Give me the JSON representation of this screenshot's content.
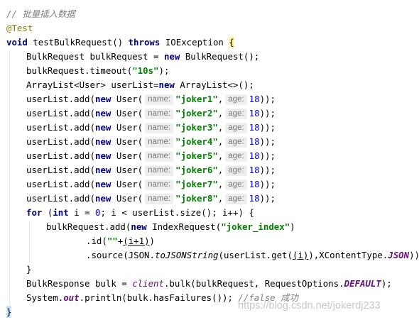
{
  "watermark": "https://blog.csdn.net/jokerdj233",
  "colors": {
    "background": "#ffffff",
    "keyword": "#000080",
    "string": "#008000",
    "number": "#0000ff",
    "comment": "#808080",
    "annotation": "#808000",
    "static_field": "#660e7a"
  },
  "code": {
    "comment_top": "// 批量插入数据",
    "annotation": "@Test",
    "sig": {
      "kw_void": "void",
      "name": " testBulkRequest() ",
      "kw_throws": "throws",
      "exc": " IOException ",
      "brace": "{"
    },
    "l4": {
      "a": "BulkRequest bulkRequest = ",
      "kw_new": "new",
      "b": " BulkRequest();"
    },
    "l5": {
      "a": "bulkRequest.timeout(",
      "s": "\"10s\"",
      "b": ");"
    },
    "l6": {
      "a": "ArrayList<User> userList=",
      "kw_new": "new",
      "b": " ArrayList<>();"
    },
    "users": [
      {
        "pre": "userList.add(",
        "kw_new": "new",
        "ctor": " User(",
        "hint_name": "name:",
        "name": "\"joker1\"",
        "comma": ",",
        "hint_age": "age:",
        "age": "18",
        "post": "));"
      },
      {
        "pre": "userList.add(",
        "kw_new": "new",
        "ctor": " User(",
        "hint_name": "name:",
        "name": "\"joker2\"",
        "comma": ",",
        "hint_age": "age:",
        "age": "18",
        "post": "));"
      },
      {
        "pre": "userList.add(",
        "kw_new": "new",
        "ctor": " User(",
        "hint_name": "name:",
        "name": "\"joker3\"",
        "comma": ",",
        "hint_age": "age:",
        "age": "18",
        "post": "));"
      },
      {
        "pre": "userList.add(",
        "kw_new": "new",
        "ctor": " User(",
        "hint_name": "name:",
        "name": "\"joker4\"",
        "comma": ",",
        "hint_age": "age:",
        "age": "18",
        "post": "));"
      },
      {
        "pre": "userList.add(",
        "kw_new": "new",
        "ctor": " User(",
        "hint_name": "name:",
        "name": "\"joker5\"",
        "comma": ",",
        "hint_age": "age:",
        "age": "18",
        "post": "));"
      },
      {
        "pre": "userList.add(",
        "kw_new": "new",
        "ctor": " User(",
        "hint_name": "name:",
        "name": "\"joker6\"",
        "comma": ",",
        "hint_age": "age:",
        "age": "18",
        "post": "));"
      },
      {
        "pre": "userList.add(",
        "kw_new": "new",
        "ctor": " User(",
        "hint_name": "name:",
        "name": "\"joker7\"",
        "comma": ",",
        "hint_age": "age:",
        "age": "18",
        "post": "));"
      },
      {
        "pre": "userList.add(",
        "kw_new": "new",
        "ctor": " User(",
        "hint_name": "name:",
        "name": "\"joker8\"",
        "comma": ",",
        "hint_age": "age:",
        "age": "18",
        "post": "));"
      }
    ],
    "for": {
      "kw_for": "for",
      "a": " (",
      "kw_int": "int",
      "b": " i = ",
      "zero": "0",
      "c": "; i < userList.size(); i++) {"
    },
    "add": {
      "a": "bulkRequest.add(",
      "kw_new": "new",
      "b": " IndexRequest(",
      "s": "\"joker_index\"",
      "c": ")"
    },
    "id": {
      "a": ".id(",
      "s": "\"\"",
      "b": "+",
      "u": "(i+1)",
      "c": ")"
    },
    "source": {
      "a": ".source(JSON.",
      "m": "toJSONString",
      "b": "(userList.get(",
      "u": "(i)",
      "c": "),XContentType.",
      "f": "JSON",
      "d": "));"
    },
    "close_for": "}",
    "bulk": {
      "a": "BulkResponse bulk = ",
      "client": "client",
      "b": ".bulk(bulkRequest, RequestOptions.",
      "f": "DEFAULT",
      "c": ");"
    },
    "println": {
      "a": "System.",
      "out": "out",
      "b": ".println(bulk.hasFailures()); ",
      "cm": "//false 成功"
    },
    "close_method": "}"
  }
}
